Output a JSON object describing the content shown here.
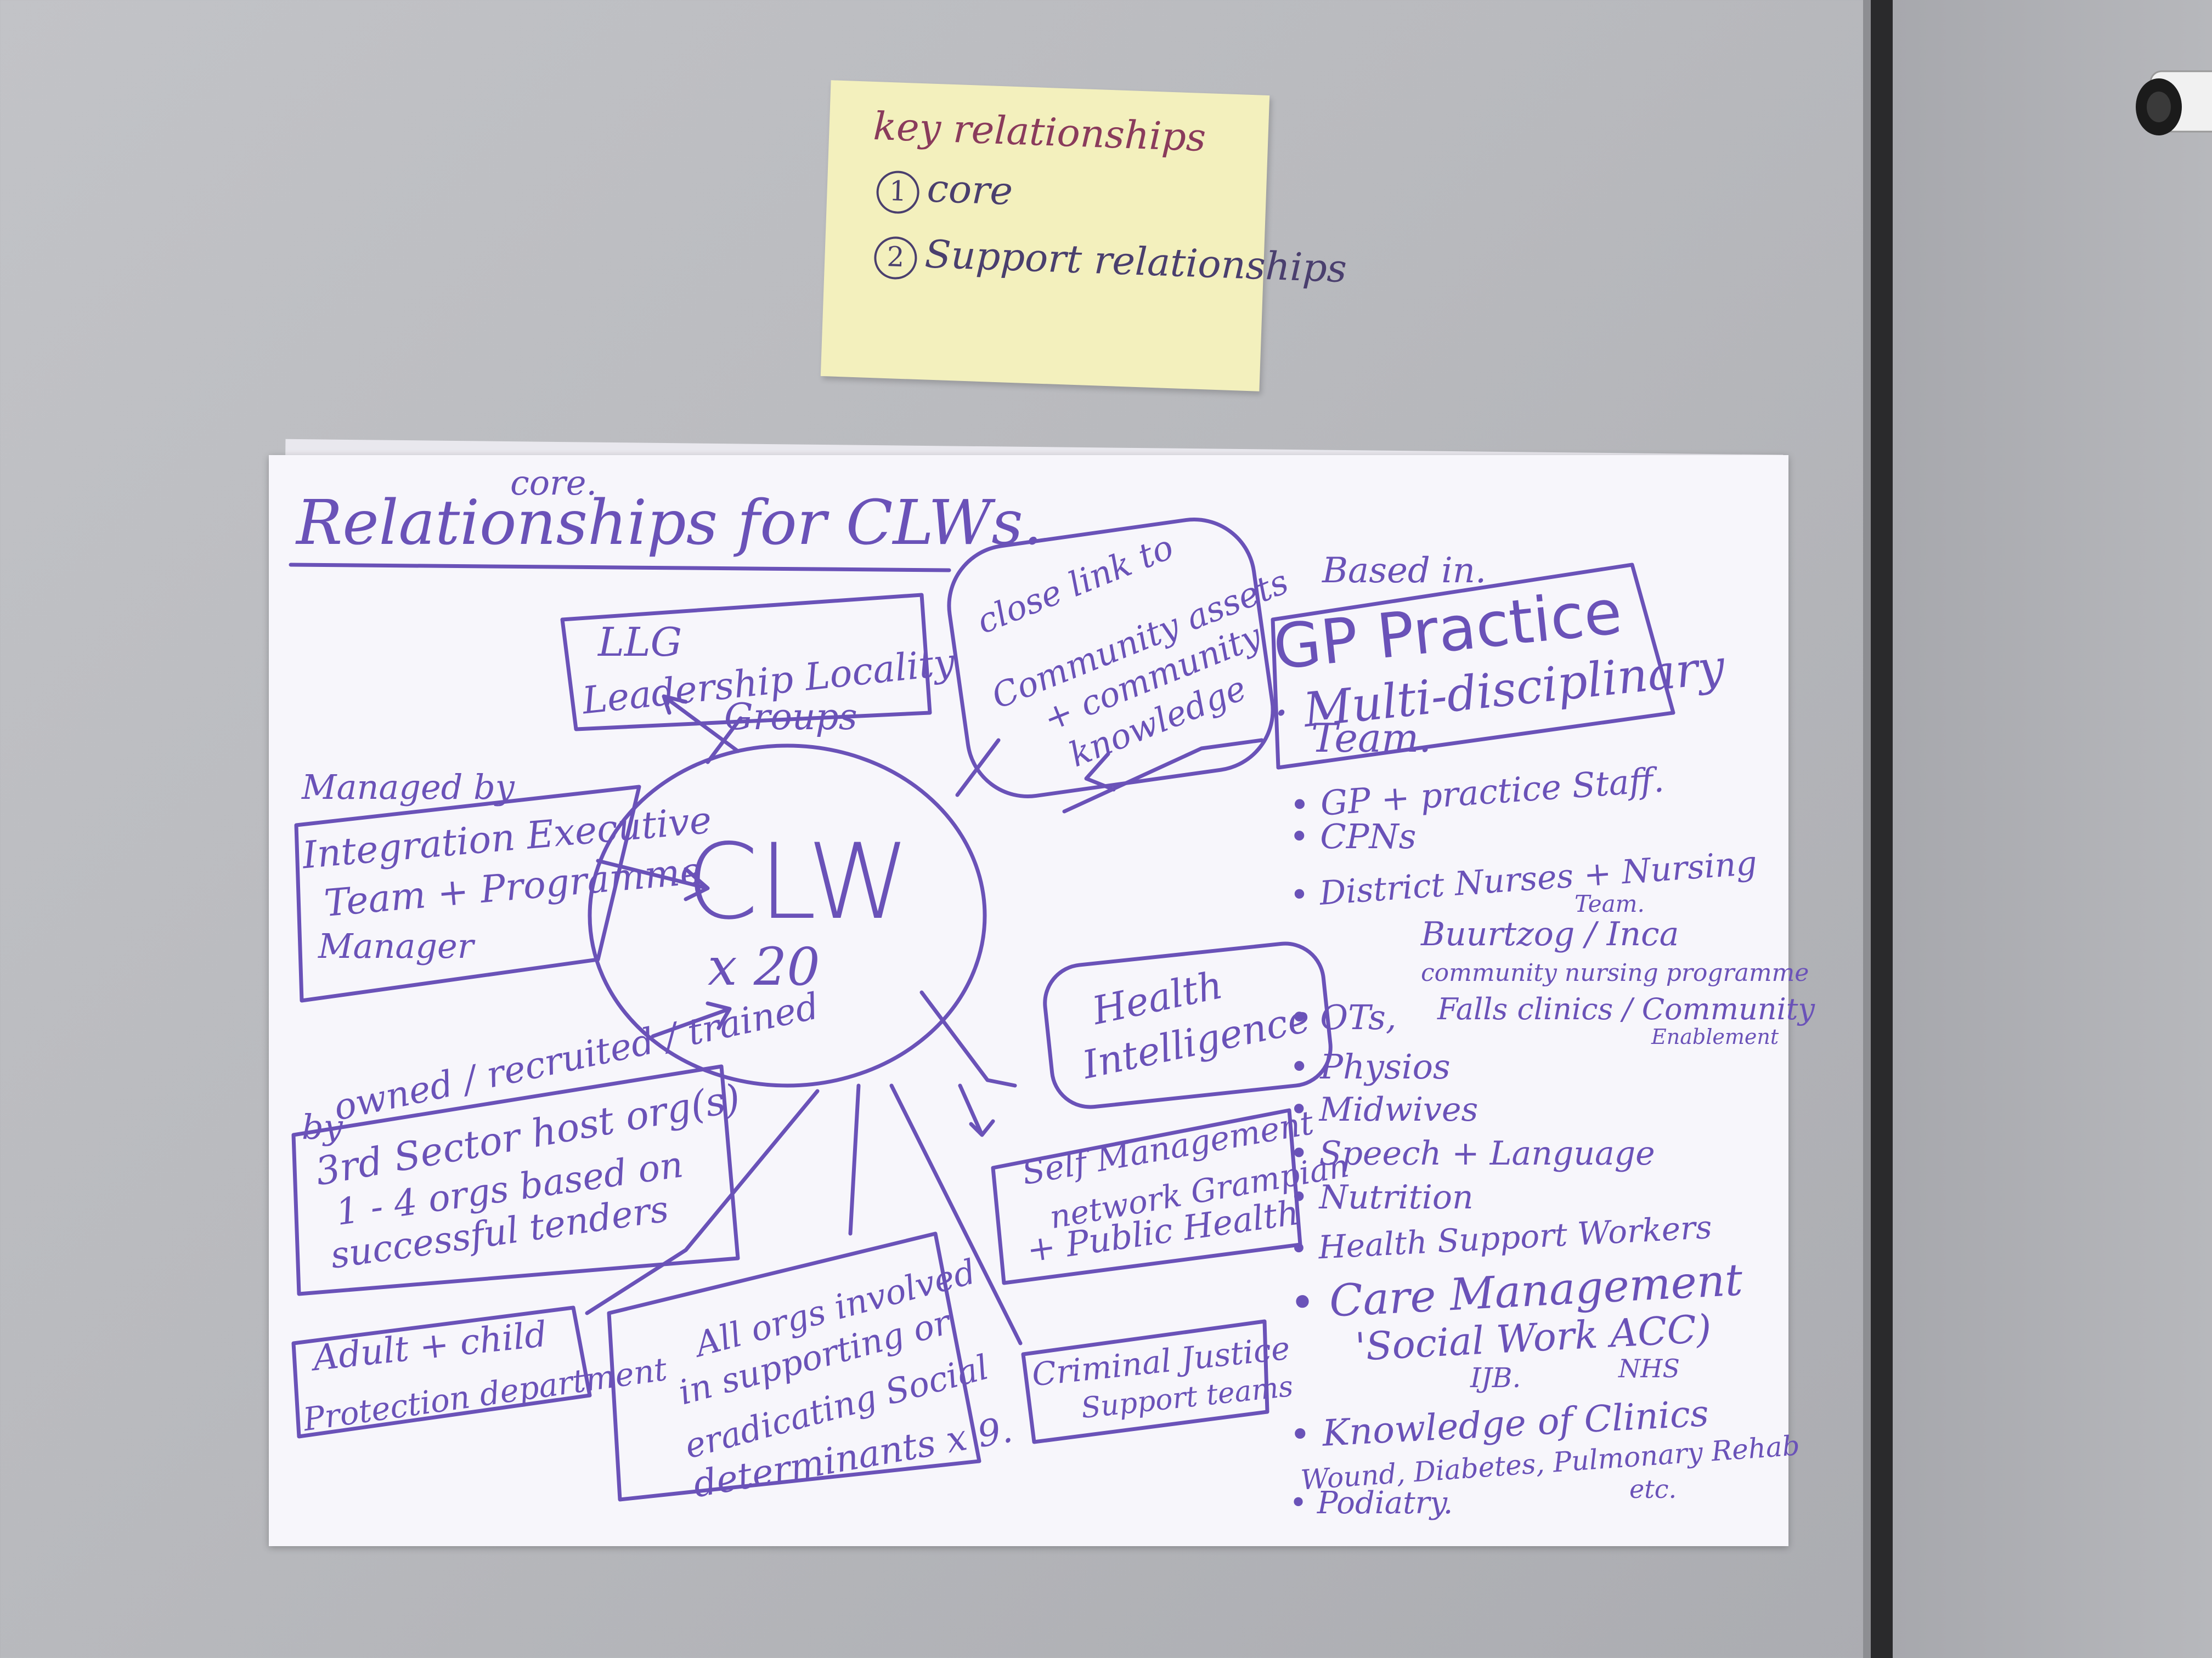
{
  "sticky_note": {
    "title": "key relationships",
    "item1_number": "1",
    "item1_text": "core",
    "item2_number": "2",
    "item2_text": "Support relationships"
  },
  "sheet": {
    "title_core": "core.",
    "title": "Relationships for CLWs.",
    "center_title": "CLW",
    "center_count": "x 20",
    "llg_line1": "LLG",
    "llg_line2": "Leadership Locality",
    "llg_line3": "Groups",
    "community_line1": "close link to",
    "community_line2": "Community assets",
    "community_line3": "+ community",
    "community_line4": "knowledge",
    "based_in": "Based in.",
    "gp_line1": "GP Practice",
    "gp_line2": "· Multi-disciplinary",
    "gp_line3": "Team.",
    "managed_by": "Managed by",
    "integration_line1": "Integration Executive",
    "integration_line2": "Team + Programme",
    "integration_line3": "Manager",
    "owned_line": "owned / recruited / trained",
    "owned_by": "by",
    "third_sector_line1": "3rd Sector host org(s)",
    "third_sector_line2": "1 - 4 orgs   based on",
    "third_sector_line3": "successful tenders",
    "health_intel_line1": "Health",
    "health_intel_line2": "Intelligence",
    "self_mgmt_line1": "Self Management",
    "self_mgmt_line2": "network Grampian",
    "self_mgmt_line3": "+ Public Health",
    "adult_child_line1": "Adult + child",
    "adult_child_line2": "Protection department",
    "all_orgs_line1": "All orgs involved",
    "all_orgs_line2": "in supporting or",
    "all_orgs_line3": "eradicating Social",
    "all_orgs_line4": "determinants x 9.",
    "criminal_line1": "Criminal Justice",
    "criminal_line2": "Support teams",
    "list": [
      "• GP + practice Staff.",
      "• CPNs",
      "• District Nurses + Nursing",
      "Team.",
      "Buurtzog / Inca",
      "community nursing programme",
      "Falls clinics / Community",
      "Enablement",
      "• OTs,",
      "• Physios",
      "• Midwives",
      "• Speech + Language",
      "• Nutrition",
      "• Health Support Workers",
      "• Care Management",
      "'Social Work ACC)",
      "IJB.",
      "NHS",
      "• Knowledge of Clinics",
      "Wound, Diabetes, Pulmonary Rehab",
      "etc.",
      "• Podiatry."
    ]
  }
}
